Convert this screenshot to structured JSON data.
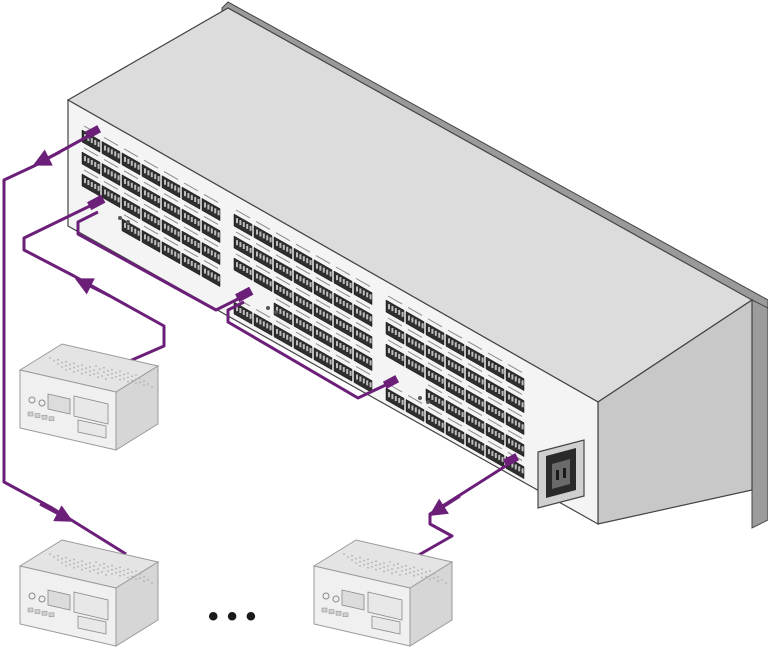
{
  "diagram": {
    "device": {
      "kind": "rear-panel-matrix-switcher",
      "colors": {
        "top": "#dedede",
        "front": "#f3f3f3",
        "side": "#c9c9c9",
        "ear": "#9a9a9a",
        "outline": "#444444",
        "connector": "#2e2e2e"
      }
    },
    "cable_color": "#6b1f78",
    "ellipsis": "•  •  •",
    "devices": [
      {
        "id": "audio-recorder-1",
        "icon": "tape-deck-icon"
      },
      {
        "id": "audio-recorder-2",
        "icon": "tape-deck-icon"
      },
      {
        "id": "audio-recorder-3",
        "icon": "tape-deck-icon"
      }
    ]
  }
}
